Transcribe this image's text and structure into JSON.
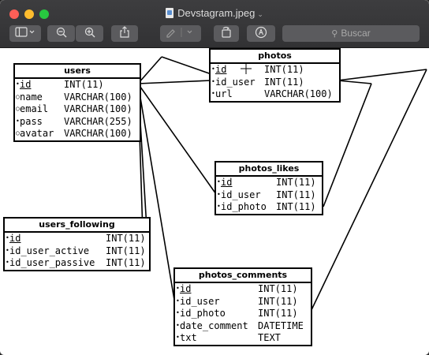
{
  "window": {
    "title": "Devstagram.jpeg",
    "search_placeholder": "Buscar"
  },
  "toolbar": {
    "sidebar_icon": "sidebar-icon",
    "zoom_out_icon": "zoom-out-icon",
    "zoom_in_icon": "zoom-in-icon",
    "share_icon": "share-icon",
    "markup_icon": "pen-icon",
    "rotate_icon": "rotate-icon",
    "annotate_icon": "markup-circle-icon",
    "search_icon": "search-icon"
  },
  "diagram": {
    "tables": {
      "users": {
        "name": "users",
        "rows": [
          {
            "marker": "•",
            "col": "id",
            "type": "INT(11)"
          },
          {
            "marker": "○",
            "col": "name",
            "type": "VARCHAR(100)"
          },
          {
            "marker": "○",
            "col": "email",
            "type": "VARCHAR(100)"
          },
          {
            "marker": "•",
            "col": "pass",
            "type": "VARCHAR(255)"
          },
          {
            "marker": "○",
            "col": "avatar",
            "type": "VARCHAR(100)"
          }
        ]
      },
      "photos": {
        "name": "photos",
        "rows": [
          {
            "marker": "•",
            "col": "id",
            "type": "INT(11)"
          },
          {
            "marker": "•",
            "col": "id_user",
            "type": "INT(11)"
          },
          {
            "marker": "•",
            "col": "url",
            "type": "VARCHAR(100)"
          }
        ]
      },
      "photos_likes": {
        "name": "photos_likes",
        "rows": [
          {
            "marker": "•",
            "col": "id",
            "type": "INT(11)"
          },
          {
            "marker": "•",
            "col": "id_user",
            "type": "INT(11)"
          },
          {
            "marker": "•",
            "col": "id_photo",
            "type": "INT(11)"
          }
        ]
      },
      "users_following": {
        "name": "users_following",
        "rows": [
          {
            "marker": "•",
            "col": "id",
            "type": "INT(11)"
          },
          {
            "marker": "•",
            "col": "id_user_active",
            "type": "INT(11)"
          },
          {
            "marker": "•",
            "col": "id_user_passive",
            "type": "INT(11)"
          }
        ]
      },
      "photos_comments": {
        "name": "photos_comments",
        "rows": [
          {
            "marker": "•",
            "col": "id",
            "type": "INT(11)"
          },
          {
            "marker": "•",
            "col": "id_user",
            "type": "INT(11)"
          },
          {
            "marker": "•",
            "col": "id_photo",
            "type": "INT(11)"
          },
          {
            "marker": "•",
            "col": "date_comment",
            "type": "DATETIME"
          },
          {
            "marker": "•",
            "col": "txt",
            "type": "TEXT"
          }
        ]
      }
    }
  }
}
